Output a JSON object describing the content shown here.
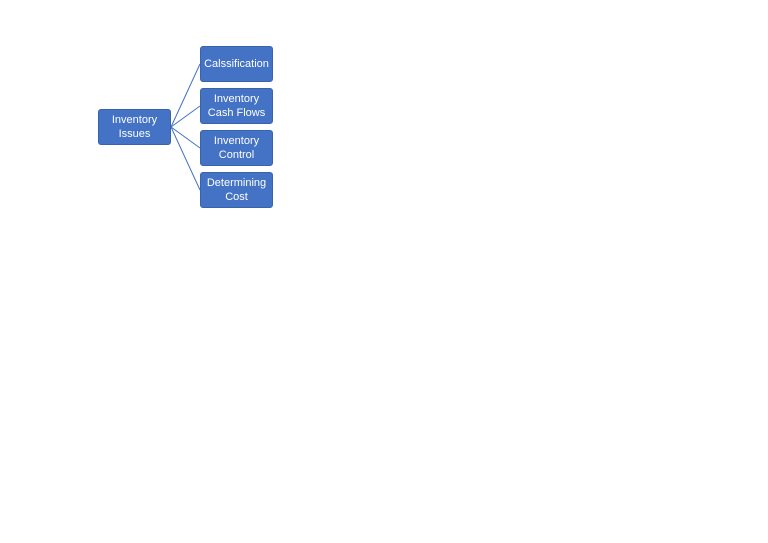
{
  "diagram": {
    "root": {
      "label": "Inventory Issues"
    },
    "children": [
      {
        "label": "Calssification"
      },
      {
        "label": "Inventory Cash Flows"
      },
      {
        "label": "Inventory Control"
      },
      {
        "label": "Determining Cost"
      }
    ]
  },
  "colors": {
    "node_fill": "#4472c4",
    "node_border": "#3a63ad",
    "connector": "#4472c4",
    "text": "#ffffff"
  }
}
